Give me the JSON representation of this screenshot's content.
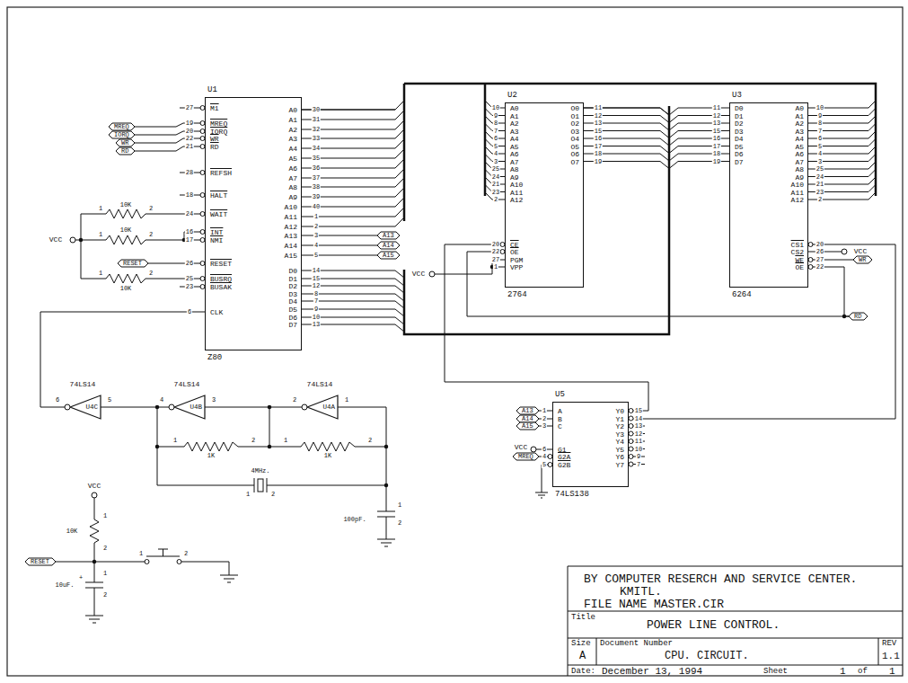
{
  "diagram": {
    "title": "POWER LINE CONTROL.",
    "nodes": [
      {
        "text": [
          "U1",
          "M1",
          "MREQ",
          "IORQ",
          "WR",
          "RD",
          "REFSH",
          "HALT",
          "WAIT",
          "INT",
          "NMI",
          "RESET",
          "BUSRQ",
          "BUSAK",
          "CLK",
          "A0",
          "A1",
          "A2",
          "A3",
          "A4",
          "A5",
          "A6",
          "A7",
          "A8",
          "A9",
          "A10",
          "A11",
          "A12",
          "A13",
          "A14",
          "A15",
          "D0",
          "D1",
          "D2",
          "D3",
          "D4",
          "D5",
          "D6",
          "D7",
          "Z80"
        ]
      },
      {
        "text": [
          "MREQ"
        ]
      },
      {
        "text": [
          "IORQ"
        ]
      },
      {
        "text": [
          "WR"
        ]
      },
      {
        "text": [
          "RD"
        ]
      },
      {
        "text": [
          "RESET"
        ]
      },
      {
        "text": [
          "A13"
        ]
      },
      {
        "text": [
          "A14"
        ]
      },
      {
        "text": [
          "A15"
        ]
      },
      {
        "text": [
          "U2",
          "A0",
          "A1",
          "A2",
          "A3",
          "A4",
          "A5",
          "A6",
          "A7",
          "A8",
          "A9",
          "A10",
          "A11",
          "A12",
          "CE",
          "OE",
          "PGM",
          "VPP",
          "O0",
          "O1",
          "O2",
          "O3",
          "O4",
          "O5",
          "O6",
          "O7",
          "2764"
        ]
      },
      {
        "text": [
          "U3",
          "D0",
          "D1",
          "D2",
          "D3",
          "D4",
          "D5",
          "D6",
          "D7",
          "A0",
          "A1",
          "A2",
          "A3",
          "A4",
          "A5",
          "A6",
          "A7",
          "A8",
          "A9",
          "A10",
          "A11",
          "A12",
          "CS1",
          "CS2",
          "WE",
          "OE",
          "6264"
        ]
      },
      {
        "text": [
          "WR"
        ]
      },
      {
        "text": [
          "RD"
        ]
      },
      {
        "text": [
          "74LS14",
          "U4C"
        ]
      },
      {
        "text": [
          "74LS14",
          "U4B"
        ]
      },
      {
        "text": [
          "74LS14",
          "U4A"
        ]
      },
      {
        "text": [
          "U5",
          "A",
          "B",
          "C",
          "G1",
          "G2A",
          "G2B",
          "Y0",
          "Y1",
          "Y2",
          "Y3",
          "Y4",
          "Y5",
          "Y6",
          "Y7",
          "74LS138"
        ]
      },
      {
        "text": [
          "A13"
        ]
      },
      {
        "text": [
          "A14"
        ]
      },
      {
        "text": [
          "A15"
        ]
      },
      {
        "text": [
          "MREQ"
        ]
      },
      {
        "text": [
          "RESET"
        ]
      }
    ],
    "edges": [
      {
        "from": 1,
        "to": 0,
        "arrow": "none"
      },
      {
        "from": 2,
        "to": 0,
        "arrow": "none"
      },
      {
        "from": 3,
        "to": 0,
        "arrow": "none"
      },
      {
        "from": 4,
        "to": 0,
        "arrow": "none"
      },
      {
        "from": 5,
        "to": 0,
        "arrow": "none"
      },
      {
        "from": 0,
        "to": 6,
        "arrow": "none"
      },
      {
        "from": 0,
        "to": 7,
        "arrow": "none"
      },
      {
        "from": 0,
        "to": 8,
        "arrow": "none"
      },
      {
        "from": 0,
        "to": 9,
        "arrow": "none"
      },
      {
        "from": 0,
        "to": 10,
        "arrow": "none"
      },
      {
        "from": 9,
        "to": 10,
        "arrow": "none"
      },
      {
        "from": 0,
        "to": 9,
        "arrow": "none"
      },
      {
        "from": 16,
        "to": 9,
        "arrow": "none"
      },
      {
        "from": 16,
        "to": 10,
        "arrow": "none"
      },
      {
        "from": 10,
        "to": 11,
        "arrow": "none"
      },
      {
        "from": 10,
        "to": 12,
        "arrow": "none"
      },
      {
        "from": 12,
        "to": 9,
        "arrow": "none"
      },
      {
        "from": 13,
        "to": 0,
        "arrow": "none"
      },
      {
        "from": 14,
        "to": 13,
        "arrow": "none"
      },
      {
        "from": 15,
        "to": 14,
        "arrow": "none"
      },
      {
        "from": 17,
        "to": 16,
        "arrow": "none"
      },
      {
        "from": 18,
        "to": 16,
        "arrow": "none"
      },
      {
        "from": 19,
        "to": 16,
        "arrow": "none"
      },
      {
        "from": 20,
        "to": 16,
        "arrow": "none"
      }
    ],
    "labels": [
      "27",
      "19",
      "20",
      "22",
      "21",
      "28",
      "18",
      "24",
      "16",
      "17",
      "26",
      "25",
      "23",
      "6",
      "30",
      "31",
      "32",
      "33",
      "34",
      "35",
      "36",
      "37",
      "38",
      "39",
      "40",
      "1",
      "2",
      "3",
      "4",
      "5",
      "14",
      "15",
      "12",
      "8",
      "7",
      "9",
      "10",
      "13",
      "10",
      "9",
      "8",
      "7",
      "6",
      "5",
      "4",
      "3",
      "25",
      "24",
      "21",
      "23",
      "2",
      "20",
      "22",
      "27",
      "1",
      "11",
      "12",
      "13",
      "15",
      "16",
      "17",
      "18",
      "19",
      "11",
      "12",
      "13",
      "15",
      "16",
      "17",
      "18",
      "19",
      "10",
      "9",
      "8",
      "7",
      "6",
      "5",
      "4",
      "3",
      "25",
      "24",
      "21",
      "23",
      "2",
      "20",
      "26",
      "27",
      "22",
      "1",
      "2",
      "3",
      "6",
      "4",
      "5",
      "15",
      "14",
      "13",
      "12",
      "11",
      "10",
      "9",
      "7",
      "6",
      "5",
      "4",
      "3",
      "2",
      "1",
      "10K",
      "1",
      "2",
      "10K",
      "1",
      "2",
      "10K",
      "1",
      "2",
      "VCC",
      "VCC",
      "VCC",
      "VCC",
      "VCC",
      "1K",
      "1",
      "2",
      "1K",
      "1",
      "2",
      "4MHz.",
      "1",
      "2",
      "100pF.",
      "1",
      "2",
      "10K",
      "1",
      "2",
      "1",
      "2",
      "10uF.",
      "1",
      "+",
      "2",
      "BY COMPUTER RESERCH AND SERVICE CENTER.",
      "KMITL.",
      "FILE NAME MASTER.CIR",
      "Title",
      "Size",
      "Document Number",
      "REV",
      "A",
      "CPU. CIRCUIT.",
      "1.1",
      "Date:",
      "December 13, 1994",
      "Sheet",
      "1",
      "of",
      "1"
    ]
  }
}
